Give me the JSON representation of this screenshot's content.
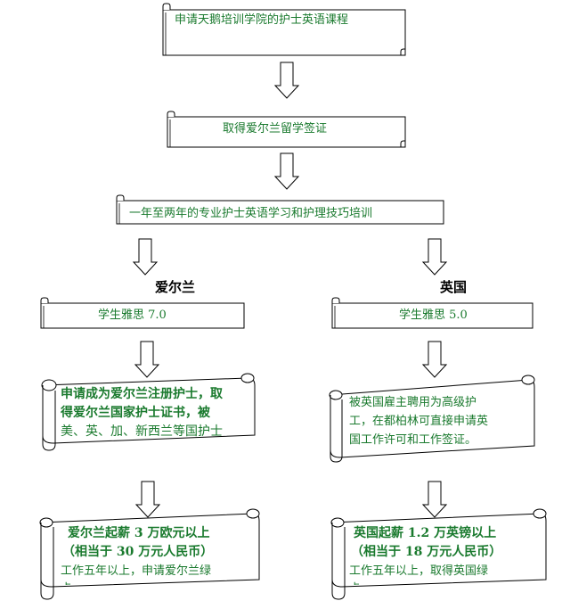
{
  "colors": {
    "text": "#1a7a2e",
    "border": "#000000",
    "fill": "#ffffff"
  },
  "steps": {
    "step1": "申请天鹅培训学院的护士英语课程",
    "step2": "取得爱尔兰留学签证",
    "step3": "一年至两年的专业护士英语学习和护理技巧培训"
  },
  "branches": {
    "ireland": {
      "heading": "爱尔兰",
      "ielts": "学生雅思 7.0",
      "registration": [
        "申请成为爱尔兰注册护士，取",
        "得爱尔兰国家护士证书，被",
        "美、英、加、新西兰等国护士"
      ],
      "salary": [
        "爱尔兰起薪 3 万欧元以上",
        "（相当于 30 万元人民币）",
        "工作五年以上，申请爱尔兰绿"
      ],
      "salary_partial": "卡"
    },
    "uk": {
      "heading": "英国",
      "ielts": "学生雅思 5.0",
      "employment": [
        "被英国雇主聘用为高级护",
        "工，在都柏林可直接申请英",
        "国工作许可和工作签证。"
      ],
      "salary": [
        "英国起薪 1.2 万英镑以上",
        "（相当于 18 万元人民币）",
        "工作五年以上，取得英国绿"
      ],
      "salary_partial": "卡"
    }
  }
}
